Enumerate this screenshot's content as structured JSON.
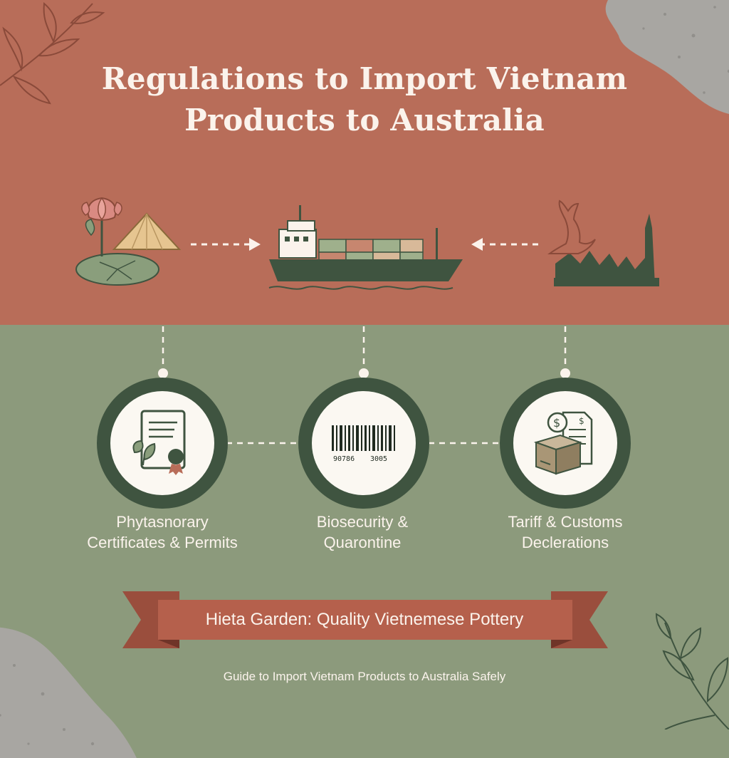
{
  "title": {
    "line1": "Regulations to Import Vietnam",
    "line2": "Products to Australia"
  },
  "steps": [
    {
      "line1": "Phytasnorary",
      "line2": "Certificates & Permits",
      "icon": "certificate-icon"
    },
    {
      "line1": "Biosecurity &",
      "line2": "Quarontine",
      "icon": "barcode-icon"
    },
    {
      "line1": "Tariff & Customs",
      "line2": "Declerations",
      "icon": "customs-box-icon"
    }
  ],
  "barcode": {
    "left_digits": "90786",
    "right_digits": "3005"
  },
  "customs_icon": {
    "currency_symbol": "$"
  },
  "banner": {
    "text": "Hieta Garden: Quality Vietnemese Pottery"
  },
  "footer": {
    "text": "Guide to Import Vietnam Products to Australia Safely"
  },
  "colors": {
    "terracotta": "#b86d59",
    "sage": "#8c9a7c",
    "dark_green": "#3f5440",
    "cream": "#fbf3ec",
    "banner_red": "#b5604c"
  }
}
